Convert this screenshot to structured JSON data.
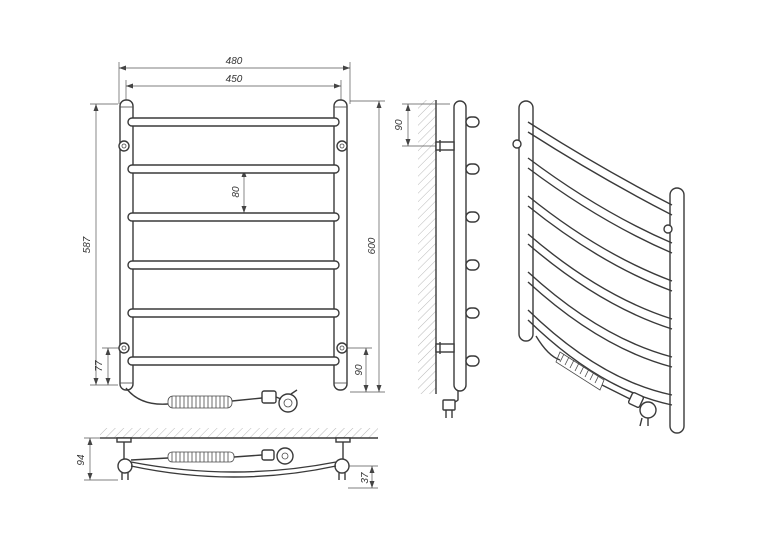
{
  "dimensions": {
    "overall_width": "480",
    "center_width": "450",
    "overall_height": "600",
    "center_height": "587",
    "rung_spacing": "80",
    "bottom_left_offset": "77",
    "bottom_right_offset": "90",
    "side_wall_offset": "90",
    "plan_depth": "94",
    "plan_offset": "37"
  },
  "colors": {
    "line": "#3a3a3a",
    "hatch": "#888888",
    "background": "#ffffff"
  }
}
